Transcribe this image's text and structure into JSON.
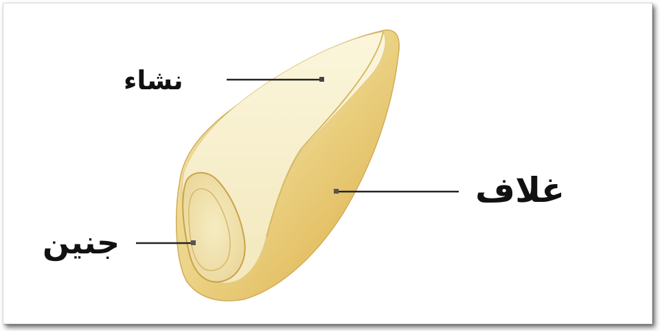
{
  "diagram": {
    "labels": {
      "starch": "نشاء",
      "husk": "غلاف",
      "embryo": "جنين"
    }
  }
}
